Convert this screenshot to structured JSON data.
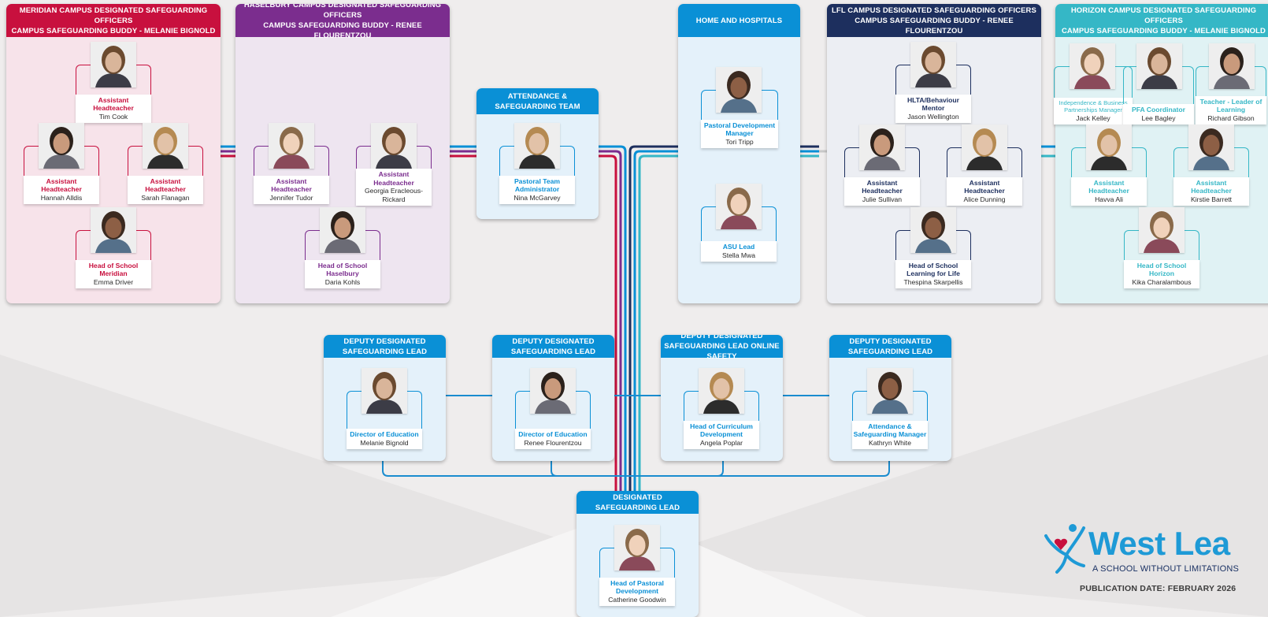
{
  "colors": {
    "meridian": "#c8103e",
    "haselbury": "#7b2d8e",
    "lfl": "#1d2f5e",
    "horizon": "#35b7c6",
    "blue": "#0a90d6",
    "meridian_bg": "#f7e3ea",
    "haselbury_bg": "#eee5f0",
    "lfl_bg": "#eceef3",
    "horizon_bg": "#e0f2f4",
    "blue_bg": "#e4f1fa"
  },
  "panels": {
    "meridian": {
      "line1": "MERIDIAN CAMPUS DESIGNATED SAFEGUARDING OFFICERS",
      "line2": "CAMPUS SAFEGUARDING BUDDY - MELANIE BIGNOLD"
    },
    "haselbury": {
      "line1": "HASELBURY CAMPUS DESIGNATED SAFEGUARDING OFFICERS",
      "line2": "CAMPUS SAFEGUARDING BUDDY - RENEE FLOURENTZOU"
    },
    "attendance": {
      "line1": "ATTENDANCE &",
      "line2": "SAFEGUARDING TEAM"
    },
    "home": {
      "line1": "HOME AND HOSPITALS"
    },
    "lfl": {
      "line1": "LFL CAMPUS DESIGNATED SAFEGUARDING OFFICERS",
      "line2": "CAMPUS SAFEGUARDING BUDDY - RENEE FLOURENTZOU"
    },
    "horizon": {
      "line1": "HORIZON CAMPUS DESIGNATED SAFEGUARDING OFFICERS",
      "line2": "CAMPUS SAFEGUARDING BUDDY - MELANIE BIGNOLD"
    },
    "deputy1": {
      "line1": "DEPUTY DESIGNATED",
      "line2": "SAFEGUARDING LEAD"
    },
    "deputy2": {
      "line1": "DEPUTY DESIGNATED",
      "line2": "SAFEGUARDING LEAD"
    },
    "deputy3": {
      "line1": "DEPUTY DESIGNATED",
      "line2": "SAFEGUARDING LEAD ONLINE SAFETY"
    },
    "deputy4": {
      "line1": "DEPUTY DESIGNATED",
      "line2": "SAFEGUARDING LEAD"
    },
    "dsl": {
      "line1": "DESIGNATED",
      "line2": "SAFEGUARDING LEAD"
    }
  },
  "people": {
    "tim_cook": {
      "role": "Assistant\nHeadteacher",
      "name": "Tim Cook"
    },
    "hannah_alldis": {
      "role": "Assistant\nHeadteacher",
      "name": "Hannah Alldis"
    },
    "sarah_flanagan": {
      "role": "Assistant\nHeadteacher",
      "name": "Sarah Flanagan"
    },
    "emma_driver": {
      "role": "Head of School\nMeridian",
      "name": "Emma Driver"
    },
    "jennifer_tudor": {
      "role": "Assistant\nHeadteacher",
      "name": "Jennifer Tudor"
    },
    "georgia_eracleous": {
      "role": "Assistant\nHeadteacher",
      "name": "Georgia Eracleous-\nRickard"
    },
    "daria_kohls": {
      "role": "Head of School\nHaselbury",
      "name": "Daria Kohls"
    },
    "nina_mcgarvey": {
      "role": "Pastoral Team\nAdministrator",
      "name": "Nina McGarvey"
    },
    "tori_tripp": {
      "role": "Pastoral Development\nManager",
      "name": "Tori Tripp"
    },
    "stella_mwa": {
      "role": "ASU Lead",
      "name": "Stella Mwa"
    },
    "jason_wellington": {
      "role": "HLTA/Behaviour\nMentor",
      "name": "Jason Wellington"
    },
    "julie_sullivan": {
      "role": "Assistant\nHeadteacher",
      "name": "Julie Sullivan"
    },
    "alice_dunning": {
      "role": "Assistant\nHeadteacher",
      "name": "Alice Dunning"
    },
    "thespina_skarpellis": {
      "role": "Head of School\nLearning for Life",
      "name": "Thespina Skarpellis"
    },
    "jack_kelley": {
      "role": "Independence & Business\nPartnerships Manager",
      "name": "Jack Kelley"
    },
    "lee_bagley": {
      "role": "PFA Coordinator",
      "name": "Lee Bagley"
    },
    "richard_gibson": {
      "role": "Teacher - Leader of\nLearning",
      "name": "Richard Gibson"
    },
    "havva_ali": {
      "role": "Assistant\nHeadteacher",
      "name": "Havva Ali"
    },
    "kirstie_barrett": {
      "role": "Assistant\nHeadteacher",
      "name": "Kirstie Barrett"
    },
    "kika_charalambous": {
      "role": "Head of School\nHorizon",
      "name": "Kika Charalambous"
    },
    "melanie_bignold": {
      "role": "Director of Education",
      "name": "Melanie Bignold"
    },
    "renee_flourentzou": {
      "role": "Director of Education",
      "name": "Renee Flourentzou"
    },
    "angela_poplar": {
      "role": "Head of Curriculum\nDevelopment",
      "name": "Angela Poplar"
    },
    "kathryn_white": {
      "role": "Attendance &\nSafeguarding Manager",
      "name": "Kathryn White"
    },
    "catherine_goodwin": {
      "role": "Head of Pastoral\nDevelopment",
      "name": "Catherine Goodwin"
    }
  },
  "logo": {
    "name": "West Lea",
    "tagline": "A SCHOOL WITHOUT LIMITATIONS"
  },
  "publication_date": "PUBLICATION DATE: FEBRUARY 2026"
}
